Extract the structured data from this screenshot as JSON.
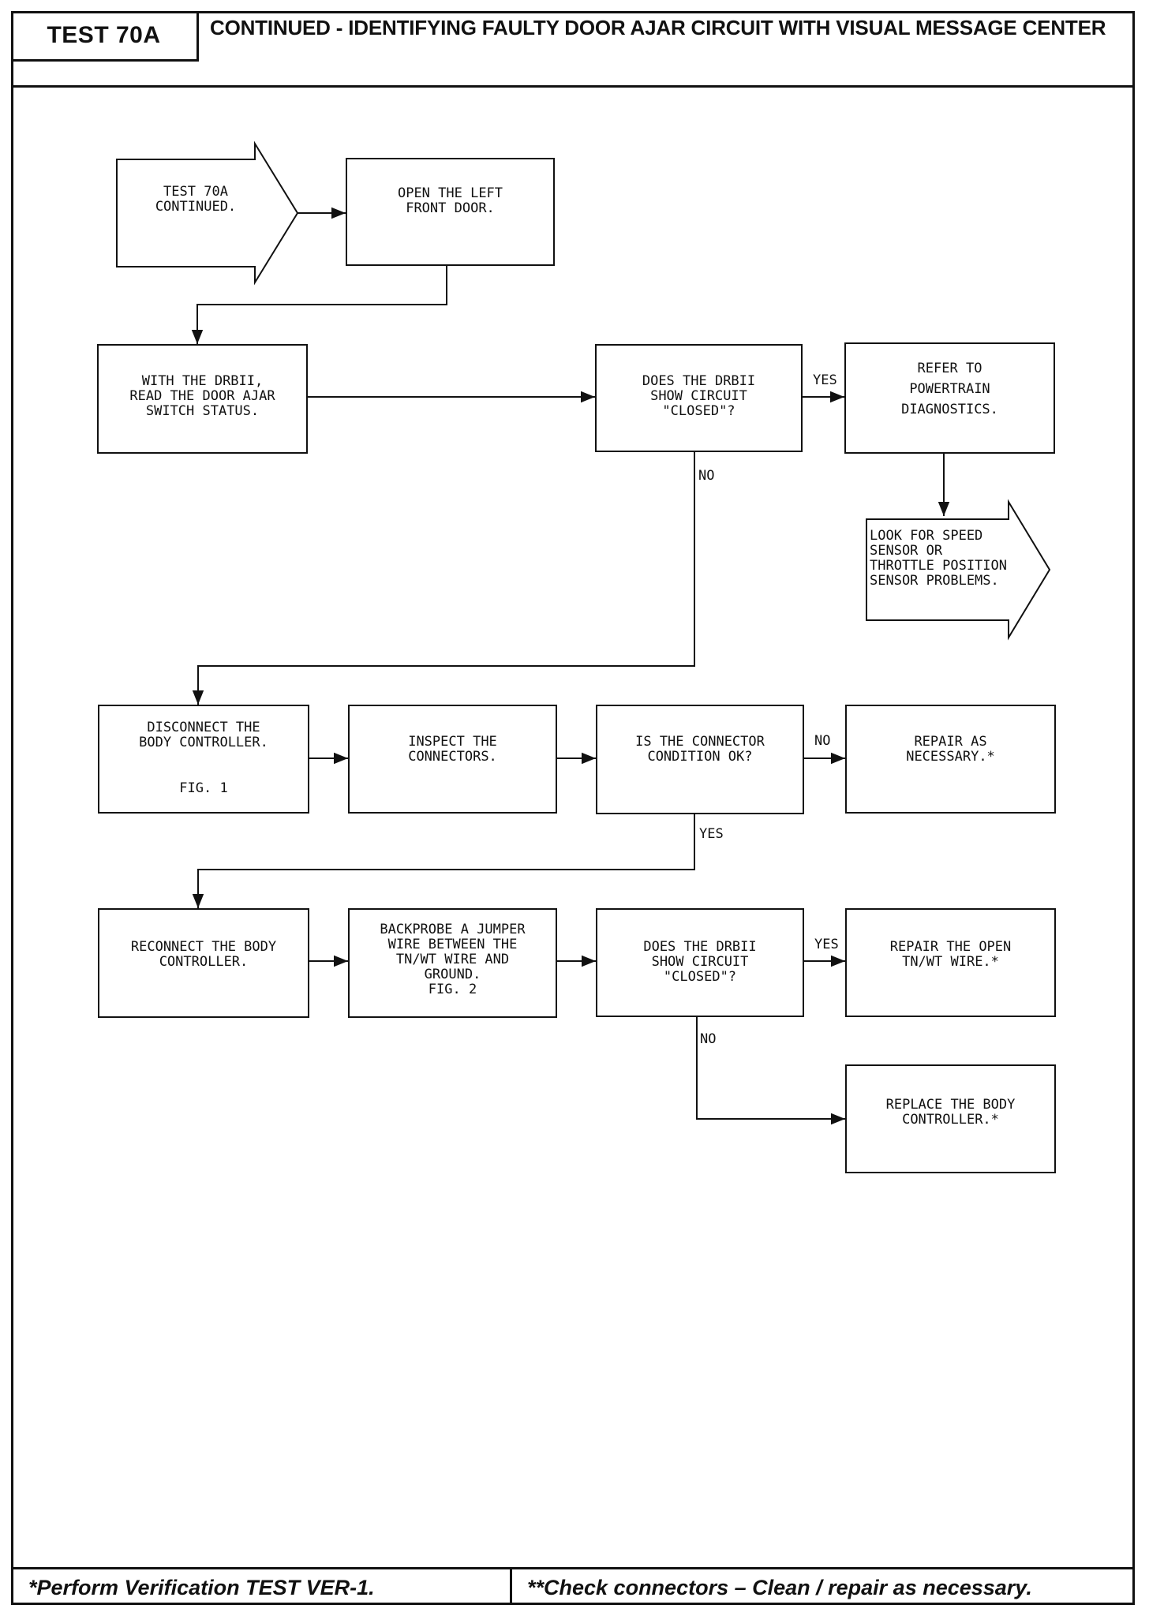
{
  "header": {
    "test_label": "TEST 70A",
    "title": "CONTINUED - IDENTIFYING FAULTY DOOR AJAR CIRCUIT WITH VISUAL MESSAGE CENTER"
  },
  "start_arrow": {
    "text": "TEST 70A\nCONTINUED."
  },
  "exit_arrow": {
    "text": "LOOK FOR SPEED\n   SENSOR OR\nTHROTTLE POSITION\nSENSOR PROBLEMS."
  },
  "boxes": {
    "open_door": "OPEN THE LEFT\nFRONT DOOR.",
    "read_status": "WITH THE DRBII,\nREAD THE DOOR AJAR\nSWITCH STATUS.",
    "drbii_closed_1": "DOES THE DRBII\nSHOW CIRCUIT\n\"CLOSED\"?",
    "powertrain": "REFER TO\nPOWERTRAIN\nDIAGNOSTICS.",
    "disconnect": "DISCONNECT THE\nBODY CONTROLLER.",
    "disconnect_fig": "FIG. 1",
    "inspect": "INSPECT THE\nCONNECTORS.",
    "connector_ok": "IS THE CONNECTOR\nCONDITION OK?",
    "repair_necessary": "REPAIR AS\nNECESSARY.*",
    "reconnect": "RECONNECT THE BODY\nCONTROLLER.",
    "backprobe": "BACKPROBE A JUMPER\nWIRE BETWEEN THE\nTN/WT WIRE AND\nGROUND.\nFIG. 2",
    "drbii_closed_2": "DOES THE DRBII\nSHOW CIRCUIT\n\"CLOSED\"?",
    "repair_open": "REPAIR THE OPEN\nTN/WT WIRE.*",
    "replace": "REPLACE THE BODY\nCONTROLLER.*"
  },
  "labels": {
    "yes_1": "YES",
    "no_1": "NO",
    "no_2": "NO",
    "yes_2": "YES",
    "yes_3": "YES",
    "no_3": "NO"
  },
  "footer": {
    "left": "*Perform Verification TEST VER-1.",
    "right": "**Check connectors – Clean / repair as necessary."
  }
}
